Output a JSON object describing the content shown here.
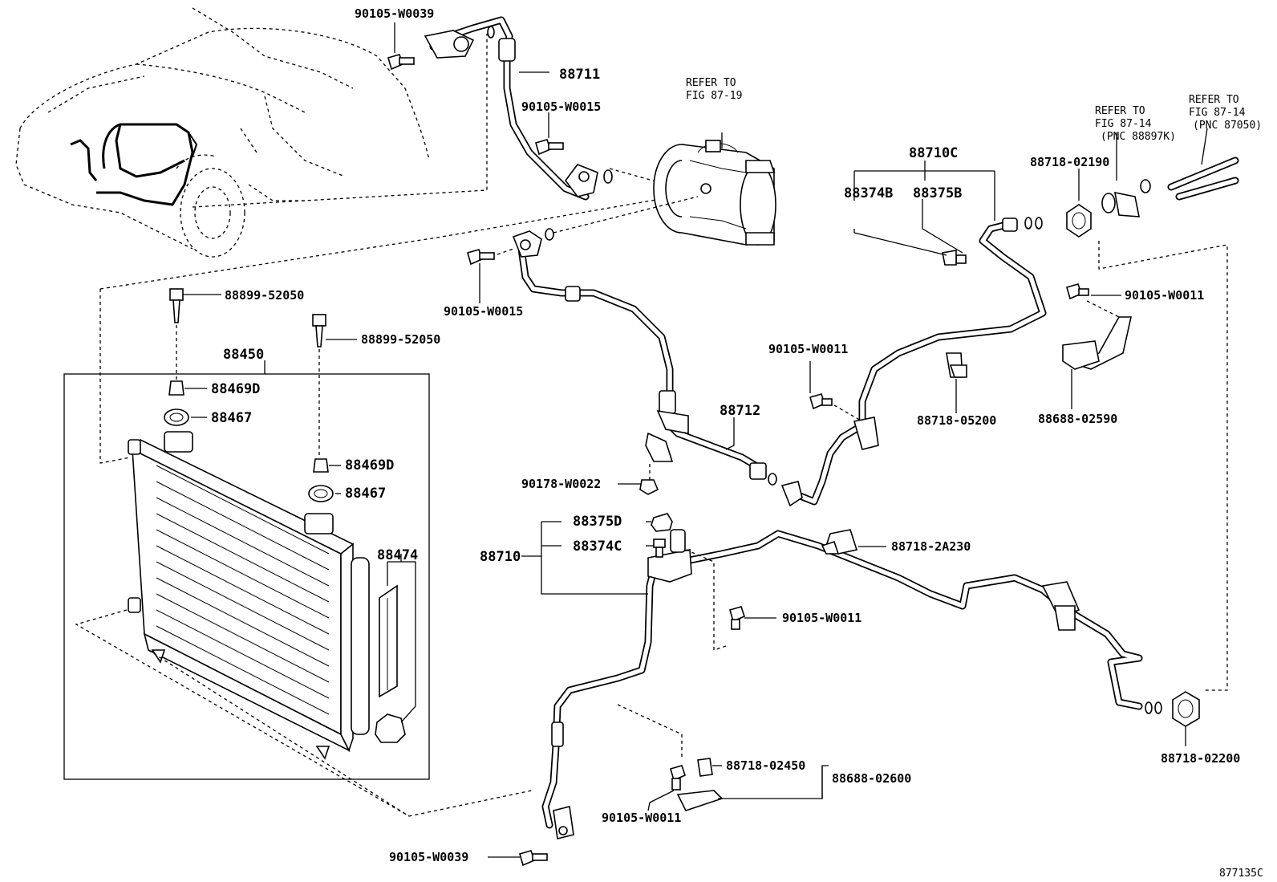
{
  "labels": {
    "p_90105_w0039_top": "90105-W0039",
    "p_88711": "88711",
    "p_90105_w0015_top": "90105-W0015",
    "p_refer_87_19_a": "REFER TO",
    "p_refer_87_19_b": "FIG 87-19",
    "p_refer_87_14_a1": "REFER TO",
    "p_refer_87_14_a2": "FIG 87-14",
    "p_refer_87_14_a3": "(PNC 88897K)",
    "p_refer_87_14_b1": "REFER TO",
    "p_refer_87_14_b2": "FIG 87-14",
    "p_refer_87_14_b3": "(PNC 87050)",
    "p_88710c": "88710C",
    "p_88374b": "88374B",
    "p_88375b": "88375B",
    "p_88718_02190": "88718-02190",
    "p_90105_w0011_r": "90105-W0011",
    "p_90105_w0015_mid": "90105-W0015",
    "p_88899_52050_a": "88899-52050",
    "p_88899_52050_b": "88899-52050",
    "p_88450": "88450",
    "p_88469d_a": "88469D",
    "p_88467_a": "88467",
    "p_88469d_b": "88469D",
    "p_88467_b": "88467",
    "p_88474": "88474",
    "p_90105_w0011_mid": "90105-W0011",
    "p_88712": "88712",
    "p_88718_05200": "88718-05200",
    "p_88688_02590": "88688-02590",
    "p_90178_w0022": "90178-W0022",
    "p_88375d": "88375D",
    "p_88710": "88710",
    "p_88374c": "88374C",
    "p_88718_2a230": "88718-2A230",
    "p_90105_w0011_c": "90105-W0011",
    "p_88718_02450": "88718-02450",
    "p_88688_02600": "88688-02600",
    "p_90105_w0011_bot": "90105-W0011",
    "p_90105_w0039_bot": "90105-W0039",
    "p_88718_02200": "88718-02200",
    "fig_id": "877135C"
  },
  "icons": {
    "car": "car-front-outline",
    "compressor": "ac-compressor",
    "condenser": "condenser-radiator",
    "bolt": "bolt",
    "o_ring": "o-ring",
    "nut": "union-nut",
    "bracket": "bracket",
    "clamp": "pipe-clamp"
  }
}
